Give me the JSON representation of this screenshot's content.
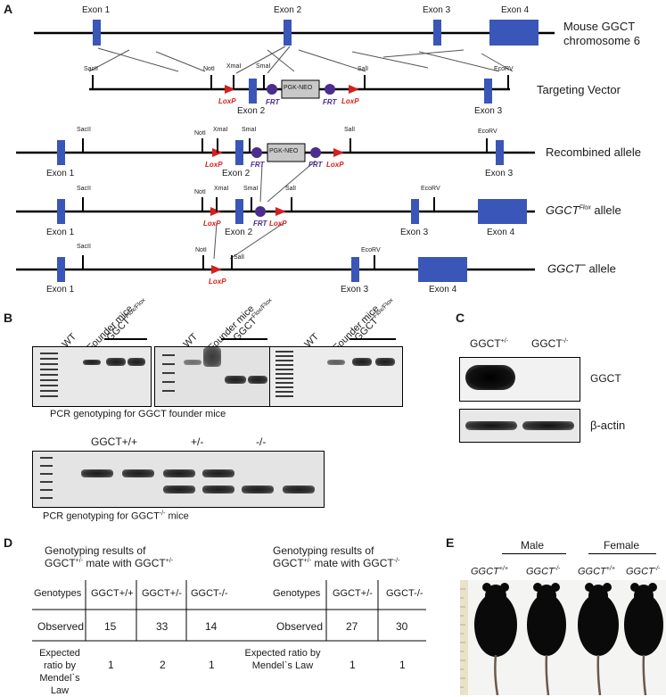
{
  "panels": {
    "A": "A",
    "B": "B",
    "C": "C",
    "D": "D",
    "E": "E"
  },
  "panel_a": {
    "mouse_label": "Mouse GGCT",
    "chrom_label": "chromosome 6",
    "targeting_vector": "Targeting Vector",
    "recombined": "Recombined allele",
    "flox_prefix": "GGCT",
    "flox_sup": "Flox",
    "allele_word": "allele",
    "minus_prefix": "GGCT",
    "minus_sup": "−",
    "exons": {
      "e1": "Exon 1",
      "e2": "Exon 2",
      "e3": "Exon 3",
      "e4": "Exon 4"
    },
    "sites": {
      "sacii": "SacII",
      "noti": "NotI",
      "xmai": "XmaI",
      "smai": "SmaI",
      "sali": "SalI",
      "ecorv": "EcoRV"
    },
    "pgk": "PGK-NEO",
    "loxp": "LoxP",
    "frt": "FRT"
  },
  "panel_b": {
    "lanes_wt": "WT",
    "lanes_founder": "Founder mice",
    "lanes_flox": "GGCT",
    "lanes_flox_sup": "Flox/Flox",
    "caption1": "PCR genotyping for GGCT founder mice",
    "g_pp": "GGCT+/+",
    "g_pm": "+/-",
    "g_mm": "-/-",
    "caption2_prefix": "PCR genotyping for GGCT",
    "caption2_sup": "-/-",
    "caption2_suffix": " mice"
  },
  "panel_c": {
    "col1": "GGCT",
    "col1_sup": "+/-",
    "col2": "GGCT",
    "col2_sup": "-/-",
    "row1": "GGCT",
    "row2": "β-actin"
  },
  "panel_d": {
    "t1_title_1": "Genotyping results of",
    "t1_title_2a": "GGCT",
    "t1_title_2sup": "+/-",
    "t1_title_2b": " mate with GGCT",
    "t1_title_2sup2": "+/-",
    "t1_header": [
      "Genotypes",
      "GGCT+/+",
      "GGCT+/-",
      "GGCT-/-"
    ],
    "t1_observed": [
      "Observed",
      "15",
      "33",
      "14"
    ],
    "t1_expected": [
      "Expected ratio by Mendel`s Law",
      "1",
      "2",
      "1"
    ],
    "t2_title_1": "Genotyping results of",
    "t2_title_2a": "GGCT",
    "t2_title_2sup": "+/-",
    "t2_title_2b": " mate with GGCT",
    "t2_title_2sup2": "-/-",
    "t2_header": [
      "Genotypes",
      "GGCT+/-",
      "GGCT-/-"
    ],
    "t2_observed": [
      "Observed",
      "27",
      "30"
    ],
    "t2_expected": [
      "Expected  ratio by Mendel`s Law",
      "1",
      "1"
    ]
  },
  "panel_e": {
    "male": "Male",
    "female": "Female",
    "m_wt": "GGCT",
    "m_wt_sup": "+/+",
    "m_ko": "GGCT",
    "m_ko_sup": "-/-",
    "f_wt": "GGCT",
    "f_wt_sup": "+/+",
    "f_ko": "GGCT",
    "f_ko_sup": "-/-"
  },
  "colors": {
    "exon": "#3a56b8",
    "loxp": "#d42020",
    "frt": "#4b2c8f",
    "line": "#000000"
  }
}
